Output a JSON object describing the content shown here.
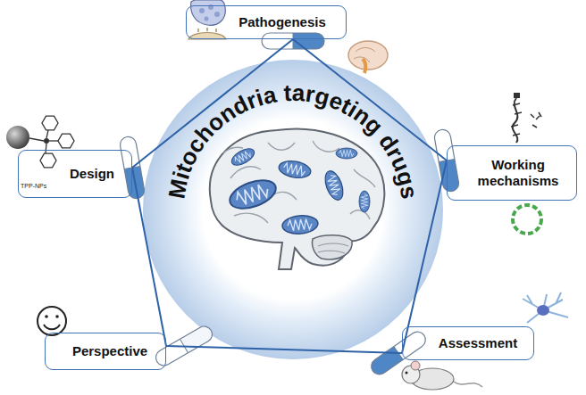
{
  "diagram": {
    "nodes": [
      {
        "text": [
          "Mitochondria targeting drugs"
        ]
      },
      {
        "text": [
          "Pathogenesis"
        ]
      },
      {
        "text": [
          "Working mechanisms"
        ]
      },
      {
        "text": [
          "Assessment"
        ]
      },
      {
        "text": [
          "Perspective"
        ]
      },
      {
        "text": [
          "Design"
        ]
      }
    ],
    "edges": [
      {
        "from": 1,
        "to": 2,
        "arrow": "none"
      },
      {
        "from": 2,
        "to": 3,
        "arrow": "none"
      },
      {
        "from": 3,
        "to": 4,
        "arrow": "none"
      },
      {
        "from": 4,
        "to": 5,
        "arrow": "none"
      },
      {
        "from": 5,
        "to": 1,
        "arrow": "none"
      }
    ],
    "labels": [
      "TPP-NPs"
    ]
  }
}
